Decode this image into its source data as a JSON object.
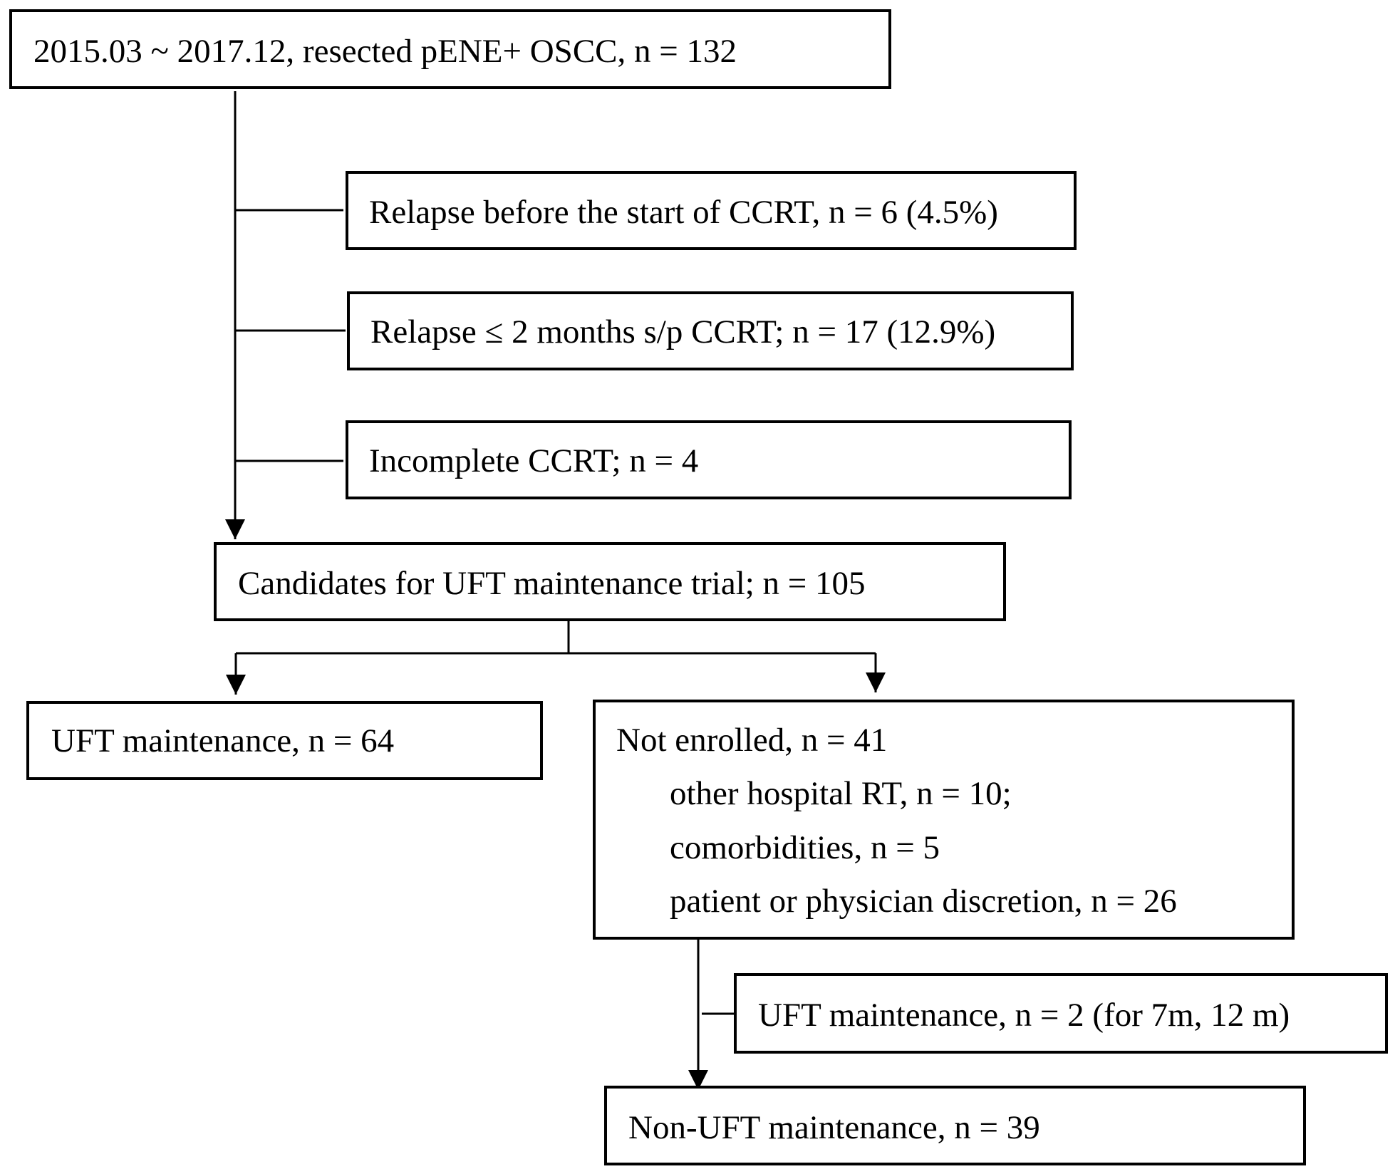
{
  "boxes": {
    "source": "2015.03 ~ 2017.12, resected pENE+ OSCC, n = 132",
    "excl_relapse_before": "Relapse before the start of CCRT, n = 6 (4.5%)",
    "excl_relapse_after": "Relapse ≤ 2 months s/p CCRT; n = 17 (12.9%)",
    "excl_incomplete": "Incomplete CCRT; n = 4",
    "candidates": "Candidates for UFT maintenance trial; n = 105",
    "uft": "UFT maintenance, n = 64",
    "not_enrolled": {
      "title": "Not enrolled, n = 41",
      "reasons": [
        "other hospital RT, n = 10;",
        "comorbidities, n = 5",
        "patient or physician discretion, n = 26"
      ]
    },
    "uft_late": "UFT maintenance, n = 2 (for 7m, 12 m)",
    "non_uft": "Non-UFT maintenance, n = 39"
  }
}
